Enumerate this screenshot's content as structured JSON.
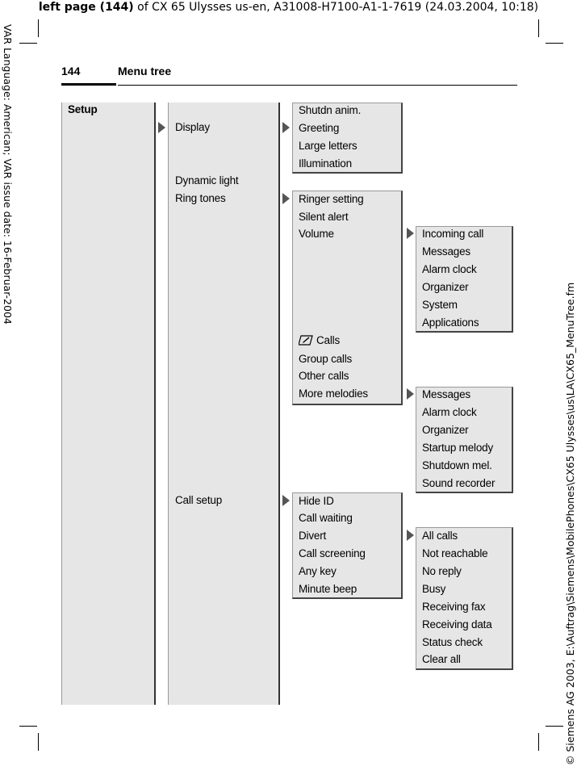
{
  "header_line": {
    "bold_part": "left page (144)",
    "rest": " of CX 65 Ulysses us-en, A31008-H7100-A1-1-7619 (24.03.2004, 10:18)"
  },
  "side_left": "VAR Language: American; VAR issue date: 16-Februar-2004",
  "side_right": "© Siemens AG 2003, E:\\Auftrag\\Siemens\\MobilePhones\\CX65 Ulysses\\us\\LA\\CX65_MenuTree.fm",
  "page_header": {
    "page_number": "144",
    "title": "Menu tree"
  },
  "col1": {
    "setup": "Setup"
  },
  "col2": {
    "display": "Display",
    "dynamic_light": "Dynamic light",
    "ring_tones": "Ring tones",
    "call_setup": "Call setup"
  },
  "display_menu": [
    "Shutdn anim.",
    "Greeting",
    "Large letters",
    "Illumination"
  ],
  "ring_tones_menu": {
    "ringer_setting": "Ringer setting",
    "silent_alert": "Silent alert",
    "volume": "Volume",
    "calls": "Calls",
    "group_calls": "Group calls",
    "other_calls": "Other calls",
    "more_melodies": "More melodies"
  },
  "volume_menu": [
    "Incoming call",
    "Messages",
    "Alarm clock",
    "Organizer",
    "System",
    "Applications"
  ],
  "more_melodies_menu": [
    "Messages",
    "Alarm clock",
    "Organizer",
    "Startup melody",
    "Shutdown mel.",
    "Sound recorder"
  ],
  "call_setup_menu": [
    "Hide ID",
    "Call waiting",
    "Divert",
    "Call screening",
    "Any key",
    "Minute beep"
  ],
  "divert_menu": [
    "All calls",
    "Not reachable",
    "No reply",
    "Busy",
    "Receiving fax",
    "Receiving data",
    "Status check",
    "Clear all"
  ],
  "icons": {
    "calls_icon": "notebook-pen-icon"
  }
}
